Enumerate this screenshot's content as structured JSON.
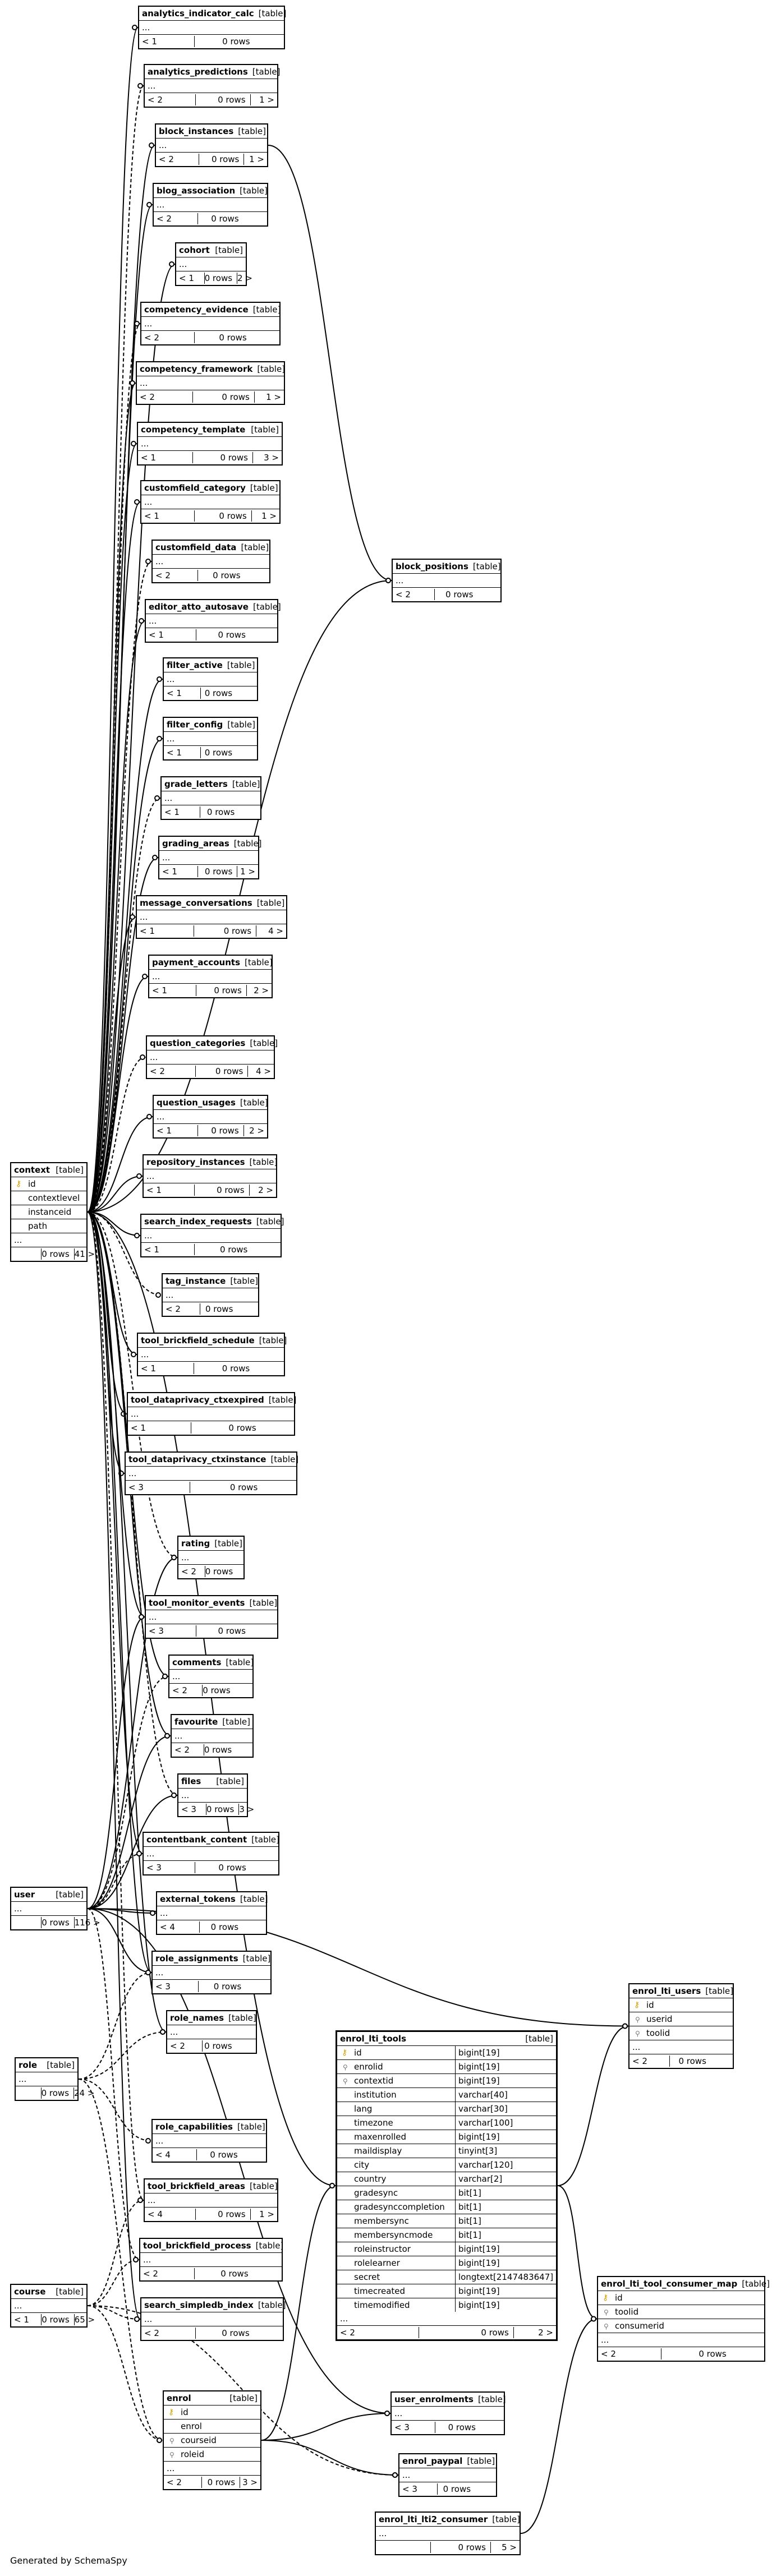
{
  "footer": "Generated by SchemaSpy",
  "tables": [
    {
      "id": "analytics_indicator_calc",
      "name": "analytics_indicator_calc",
      "type": "[table]",
      "parents": "< 1",
      "rows": "0 rows",
      "children": ""
    },
    {
      "id": "analytics_predictions",
      "name": "analytics_predictions",
      "type": "[table]",
      "parents": "< 2",
      "rows": "0 rows",
      "children": "1 >"
    },
    {
      "id": "block_instances",
      "name": "block_instances",
      "type": "[table]",
      "parents": "< 2",
      "rows": "0 rows",
      "children": "1 >"
    },
    {
      "id": "blog_association",
      "name": "blog_association",
      "type": "[table]",
      "parents": "< 2",
      "rows": "0 rows",
      "children": ""
    },
    {
      "id": "cohort",
      "name": "cohort",
      "type": "[table]",
      "parents": "< 1",
      "rows": "0 rows",
      "children": "2 >"
    },
    {
      "id": "competency_evidence",
      "name": "competency_evidence",
      "type": "[table]",
      "parents": "< 2",
      "rows": "0 rows",
      "children": ""
    },
    {
      "id": "competency_framework",
      "name": "competency_framework",
      "type": "[table]",
      "parents": "< 2",
      "rows": "0 rows",
      "children": "1 >"
    },
    {
      "id": "competency_template",
      "name": "competency_template",
      "type": "[table]",
      "parents": "< 1",
      "rows": "0 rows",
      "children": "3 >"
    },
    {
      "id": "customfield_category",
      "name": "customfield_category",
      "type": "[table]",
      "parents": "< 1",
      "rows": "0 rows",
      "children": "1 >"
    },
    {
      "id": "customfield_data",
      "name": "customfield_data",
      "type": "[table]",
      "parents": "< 2",
      "rows": "0 rows",
      "children": ""
    },
    {
      "id": "editor_atto_autosave",
      "name": "editor_atto_autosave",
      "type": "[table]",
      "parents": "< 1",
      "rows": "0 rows",
      "children": ""
    },
    {
      "id": "filter_active",
      "name": "filter_active",
      "type": "[table]",
      "parents": "< 1",
      "rows": "0 rows",
      "children": ""
    },
    {
      "id": "filter_config",
      "name": "filter_config",
      "type": "[table]",
      "parents": "< 1",
      "rows": "0 rows",
      "children": ""
    },
    {
      "id": "grade_letters",
      "name": "grade_letters",
      "type": "[table]",
      "parents": "< 1",
      "rows": "0 rows",
      "children": ""
    },
    {
      "id": "grading_areas",
      "name": "grading_areas",
      "type": "[table]",
      "parents": "< 1",
      "rows": "0 rows",
      "children": "1 >"
    },
    {
      "id": "message_conversations",
      "name": "message_conversations",
      "type": "[table]",
      "parents": "< 1",
      "rows": "0 rows",
      "children": "4 >"
    },
    {
      "id": "payment_accounts",
      "name": "payment_accounts",
      "type": "[table]",
      "parents": "< 1",
      "rows": "0 rows",
      "children": "2 >"
    },
    {
      "id": "question_categories",
      "name": "question_categories",
      "type": "[table]",
      "parents": "< 2",
      "rows": "0 rows",
      "children": "4 >"
    },
    {
      "id": "question_usages",
      "name": "question_usages",
      "type": "[table]",
      "parents": "< 1",
      "rows": "0 rows",
      "children": "2 >"
    },
    {
      "id": "repository_instances",
      "name": "repository_instances",
      "type": "[table]",
      "parents": "< 1",
      "rows": "0 rows",
      "children": "2 >"
    },
    {
      "id": "search_index_requests",
      "name": "search_index_requests",
      "type": "[table]",
      "parents": "< 1",
      "rows": "0 rows",
      "children": ""
    },
    {
      "id": "tag_instance",
      "name": "tag_instance",
      "type": "[table]",
      "parents": "< 2",
      "rows": "0 rows",
      "children": ""
    },
    {
      "id": "tool_brickfield_schedule",
      "name": "tool_brickfield_schedule",
      "type": "[table]",
      "parents": "< 1",
      "rows": "0 rows",
      "children": ""
    },
    {
      "id": "tool_dataprivacy_ctxexpired",
      "name": "tool_dataprivacy_ctxexpired",
      "type": "[table]",
      "parents": "< 1",
      "rows": "0 rows",
      "children": ""
    },
    {
      "id": "tool_dataprivacy_ctxinstance",
      "name": "tool_dataprivacy_ctxinstance",
      "type": "[table]",
      "parents": "< 3",
      "rows": "0 rows",
      "children": ""
    },
    {
      "id": "rating",
      "name": "rating",
      "type": "[table]",
      "parents": "< 2",
      "rows": "0 rows",
      "children": ""
    },
    {
      "id": "tool_monitor_events",
      "name": "tool_monitor_events",
      "type": "[table]",
      "parents": "< 3",
      "rows": "0 rows",
      "children": ""
    },
    {
      "id": "comments",
      "name": "comments",
      "type": "[table]",
      "parents": "< 2",
      "rows": "0 rows",
      "children": ""
    },
    {
      "id": "favourite",
      "name": "favourite",
      "type": "[table]",
      "parents": "< 2",
      "rows": "0 rows",
      "children": ""
    },
    {
      "id": "files",
      "name": "files",
      "type": "[table]",
      "parents": "< 3",
      "rows": "0 rows",
      "children": "3 >"
    },
    {
      "id": "contentbank_content",
      "name": "contentbank_content",
      "type": "[table]",
      "parents": "< 3",
      "rows": "0 rows",
      "children": ""
    },
    {
      "id": "external_tokens",
      "name": "external_tokens",
      "type": "[table]",
      "parents": "< 4",
      "rows": "0 rows",
      "children": ""
    },
    {
      "id": "role_assignments",
      "name": "role_assignments",
      "type": "[table]",
      "parents": "< 3",
      "rows": "0 rows",
      "children": ""
    },
    {
      "id": "role_names",
      "name": "role_names",
      "type": "[table]",
      "parents": "< 2",
      "rows": "0 rows",
      "children": ""
    },
    {
      "id": "role_capabilities",
      "name": "role_capabilities",
      "type": "[table]",
      "parents": "< 4",
      "rows": "0 rows",
      "children": ""
    },
    {
      "id": "tool_brickfield_areas",
      "name": "tool_brickfield_areas",
      "type": "[table]",
      "parents": "< 4",
      "rows": "0 rows",
      "children": "1 >"
    },
    {
      "id": "tool_brickfield_process",
      "name": "tool_brickfield_process",
      "type": "[table]",
      "parents": "< 2",
      "rows": "0 rows",
      "children": ""
    },
    {
      "id": "search_simpledb_index",
      "name": "search_simpledb_index",
      "type": "[table]",
      "parents": "< 2",
      "rows": "0 rows",
      "children": ""
    },
    {
      "id": "block_positions",
      "name": "block_positions",
      "type": "[table]",
      "parents": "< 2",
      "rows": "0 rows",
      "children": ""
    },
    {
      "id": "user",
      "name": "user",
      "type": "[table]",
      "parents": "",
      "rows": "0 rows",
      "children": "116 >"
    },
    {
      "id": "role",
      "name": "role",
      "type": "[table]",
      "parents": "",
      "rows": "0 rows",
      "children": "24 >"
    },
    {
      "id": "course",
      "name": "course",
      "type": "[table]",
      "parents": "< 1",
      "rows": "0 rows",
      "children": "65 >"
    },
    {
      "id": "user_enrolments",
      "name": "user_enrolments",
      "type": "[table]",
      "parents": "< 3",
      "rows": "0 rows",
      "children": ""
    },
    {
      "id": "enrol_paypal",
      "name": "enrol_paypal",
      "type": "[table]",
      "parents": "< 3",
      "rows": "0 rows",
      "children": ""
    },
    {
      "id": "enrol_lti_lti2_consumer",
      "name": "enrol_lti_lti2_consumer",
      "type": "[table]",
      "parents": "",
      "rows": "0 rows",
      "children": "5 >"
    }
  ],
  "context": {
    "name": "context",
    "type": "[table]",
    "columns": [
      {
        "name": "id",
        "key": "pk"
      },
      {
        "name": "contextlevel",
        "key": ""
      },
      {
        "name": "instanceid",
        "key": ""
      },
      {
        "name": "path",
        "key": ""
      }
    ],
    "parents": "",
    "rows": "0 rows",
    "children": "41 >"
  },
  "enrol": {
    "name": "enrol",
    "type": "[table]",
    "columns": [
      {
        "name": "id",
        "key": "pk"
      },
      {
        "name": "enrol",
        "key": ""
      },
      {
        "name": "courseid",
        "key": "fk"
      },
      {
        "name": "roleid",
        "key": "fk"
      }
    ],
    "parents": "< 2",
    "rows": "0 rows",
    "children": "3 >"
  },
  "enrol_lti_users": {
    "name": "enrol_lti_users",
    "type": "[table]",
    "columns": [
      {
        "name": "id",
        "key": "pk"
      },
      {
        "name": "userid",
        "key": "fk"
      },
      {
        "name": "toolid",
        "key": "fk"
      }
    ],
    "parents": "< 2",
    "rows": "0 rows",
    "children": ""
  },
  "enrol_lti_tool_consumer_map": {
    "name": "enrol_lti_tool_consumer_map",
    "type": "[table]",
    "columns": [
      {
        "name": "id",
        "key": "pk"
      },
      {
        "name": "toolid",
        "key": "fk"
      },
      {
        "name": "consumerid",
        "key": "fk"
      }
    ],
    "parents": "< 2",
    "rows": "0 rows",
    "children": ""
  },
  "enrol_lti_tools": {
    "name": "enrol_lti_tools",
    "type": "[table]",
    "columns": [
      {
        "name": "id",
        "type": "bigint[19]",
        "key": "pk"
      },
      {
        "name": "enrolid",
        "type": "bigint[19]",
        "key": "fk"
      },
      {
        "name": "contextid",
        "type": "bigint[19]",
        "key": "fk"
      },
      {
        "name": "institution",
        "type": "varchar[40]",
        "key": ""
      },
      {
        "name": "lang",
        "type": "varchar[30]",
        "key": ""
      },
      {
        "name": "timezone",
        "type": "varchar[100]",
        "key": ""
      },
      {
        "name": "maxenrolled",
        "type": "bigint[19]",
        "key": ""
      },
      {
        "name": "maildisplay",
        "type": "tinyint[3]",
        "key": ""
      },
      {
        "name": "city",
        "type": "varchar[120]",
        "key": ""
      },
      {
        "name": "country",
        "type": "varchar[2]",
        "key": ""
      },
      {
        "name": "gradesync",
        "type": "bit[1]",
        "key": ""
      },
      {
        "name": "gradesynccompletion",
        "type": "bit[1]",
        "key": ""
      },
      {
        "name": "membersync",
        "type": "bit[1]",
        "key": ""
      },
      {
        "name": "membersyncmode",
        "type": "bit[1]",
        "key": ""
      },
      {
        "name": "roleinstructor",
        "type": "bigint[19]",
        "key": ""
      },
      {
        "name": "rolelearner",
        "type": "bigint[19]",
        "key": ""
      },
      {
        "name": "secret",
        "type": "longtext[2147483647]",
        "key": ""
      },
      {
        "name": "timecreated",
        "type": "bigint[19]",
        "key": ""
      },
      {
        "name": "timemodified",
        "type": "bigint[19]",
        "key": ""
      }
    ],
    "parents": "< 2",
    "rows": "0 rows",
    "children": "2 >"
  }
}
